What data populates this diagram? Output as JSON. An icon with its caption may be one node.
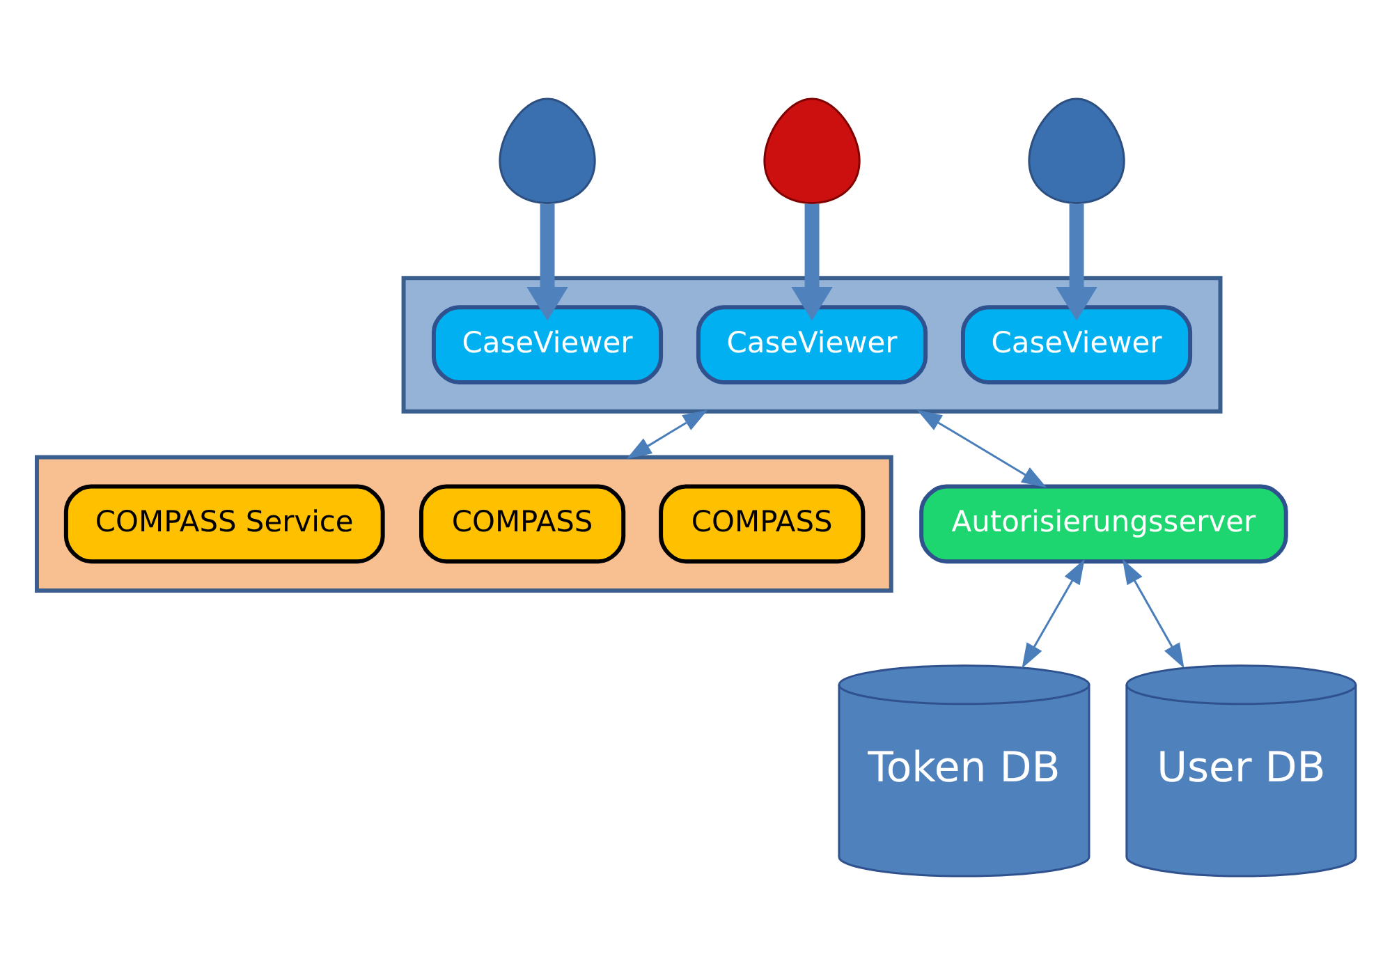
{
  "diagram": {
    "nodes": [
      {
        "text": [],
        "shape": "person"
      },
      {
        "text": [],
        "shape": "person"
      },
      {
        "text": [],
        "shape": "person"
      },
      {
        "text": [],
        "shape": "box"
      },
      {
        "text": [
          "CaseViewer"
        ],
        "in": 3
      },
      {
        "text": [
          "CaseViewer"
        ],
        "in": 3
      },
      {
        "text": [
          "CaseViewer"
        ],
        "in": 3
      },
      {
        "text": [],
        "shape": "box"
      },
      {
        "text": [
          "COMPASS"
        ],
        "in": 7
      },
      {
        "text": [
          "COMPASS"
        ],
        "in": 7
      },
      {
        "text": [
          "COMPASS Service"
        ],
        "in": 7
      },
      {
        "text": [
          "Autorisierungsserver"
        ]
      },
      {
        "text": [
          "Token DB"
        ]
      },
      {
        "text": [
          "User DB"
        ]
      }
    ],
    "edges": [
      {
        "from": 0,
        "to": 4,
        "arrow": "to",
        "style": "thick"
      },
      {
        "from": 1,
        "to": 5,
        "arrow": "to",
        "style": "thick"
      },
      {
        "from": 2,
        "to": 6,
        "arrow": "to",
        "style": "thick"
      },
      {
        "from": 3,
        "to": 7,
        "arrow": "both"
      },
      {
        "from": 3,
        "to": 11,
        "arrow": "both"
      },
      {
        "from": 11,
        "to": 12,
        "arrow": "both"
      },
      {
        "from": 11,
        "to": 13,
        "arrow": "both"
      }
    ]
  }
}
